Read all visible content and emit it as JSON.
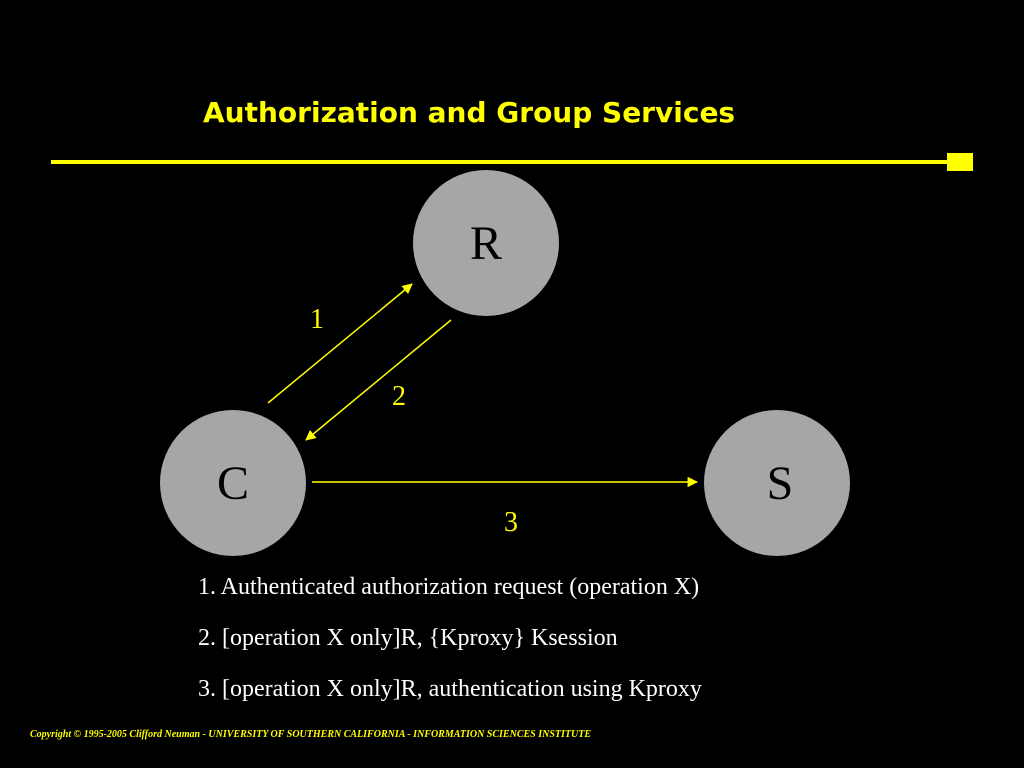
{
  "slide": {
    "title": "Authorization and Group Services",
    "footer": "Copyright © 1995-2005 Clifford Neuman - UNIVERSITY OF SOUTHERN CALIFORNIA - INFORMATION SCIENCES INSTITUTE"
  },
  "colors": {
    "background": "#000000",
    "accent": "#FFFF00",
    "node_fill": "#A6A6A6",
    "text": "#FFFFFF"
  },
  "diagram": {
    "nodes": [
      {
        "id": "R",
        "label": "R"
      },
      {
        "id": "C",
        "label": "C"
      },
      {
        "id": "S",
        "label": "S"
      }
    ],
    "edges": [
      {
        "from": "C",
        "to": "R",
        "label": "1"
      },
      {
        "from": "R",
        "to": "C",
        "label": "2"
      },
      {
        "from": "C",
        "to": "S",
        "label": "3"
      }
    ]
  },
  "steps": [
    "1. Authenticated authorization request (operation X)",
    "2. [operation X only]R, {Kproxy} Ksession",
    "3. [operation X only]R, authentication using Kproxy"
  ]
}
